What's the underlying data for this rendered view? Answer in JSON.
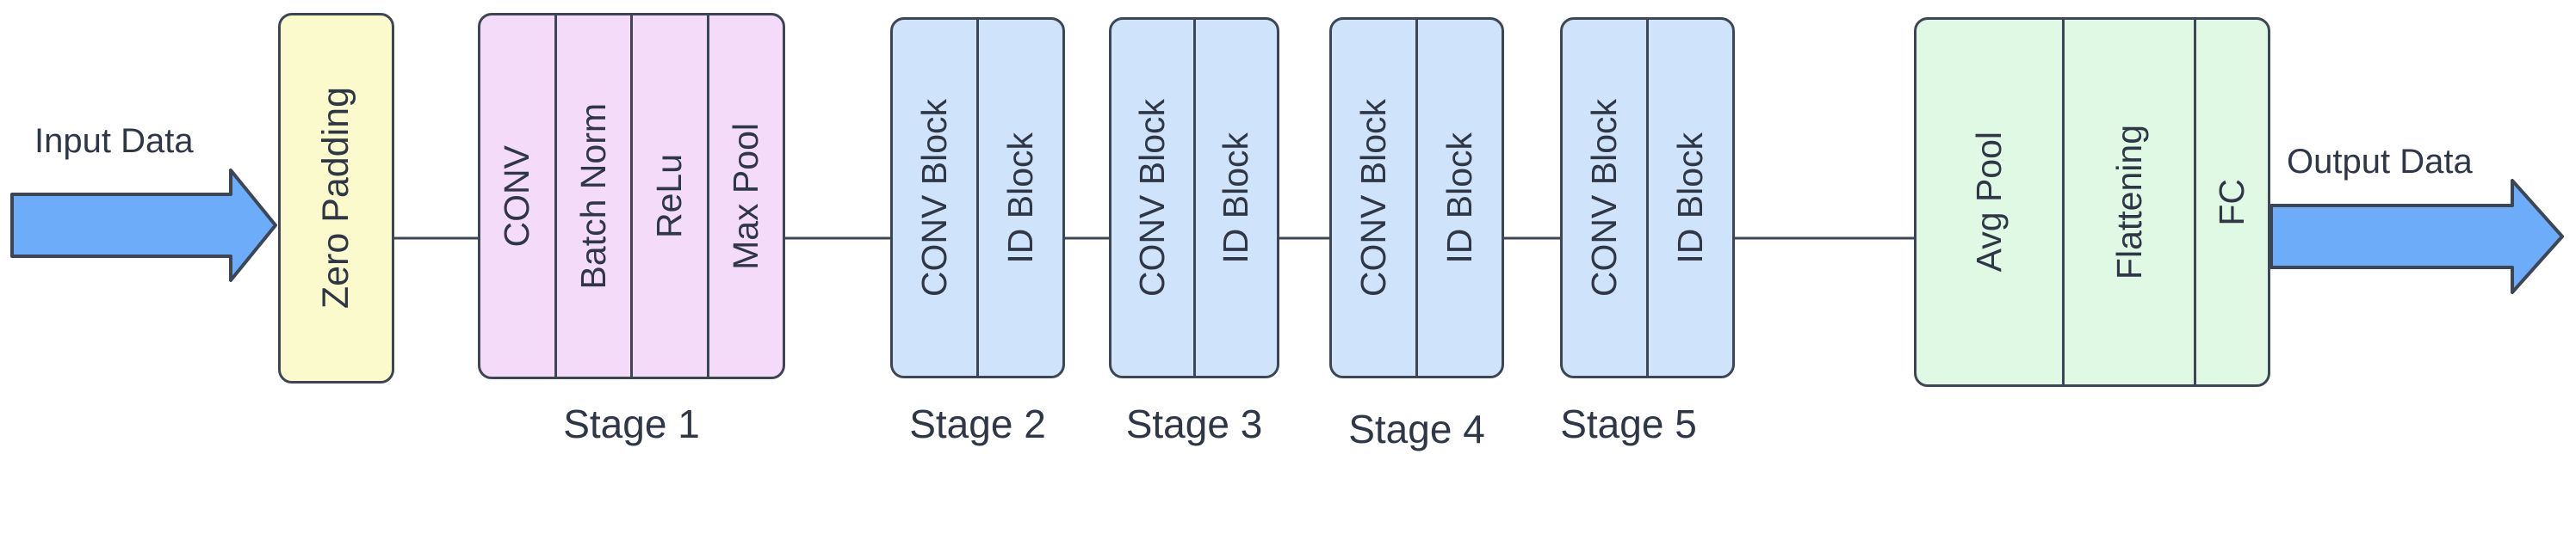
{
  "diagram": {
    "input_label": "Input Data",
    "output_label": "Output Data",
    "zero_padding_label": "Zero Padding",
    "stages": [
      {
        "caption": "Stage 1",
        "cells": [
          "CONV",
          "Batch Norm",
          "ReLu",
          "Max Pool"
        ]
      },
      {
        "caption": "Stage 2",
        "cells": [
          "CONV Block",
          "ID Block"
        ]
      },
      {
        "caption": "Stage 3",
        "cells": [
          "CONV Block",
          "ID Block"
        ]
      },
      {
        "caption": "Stage 4",
        "cells": [
          "CONV Block",
          "ID Block"
        ]
      },
      {
        "caption": "Stage 5",
        "cells": [
          "CONV Block",
          "ID Block"
        ]
      }
    ],
    "output_block": {
      "cells": [
        "Avg Pool",
        "Flattening",
        "FC"
      ]
    },
    "colors": {
      "stroke": "#3c4654",
      "text": "#2f3747",
      "arrow": "#6cacf8",
      "yellow": "#fafacc",
      "pink": "#f4dbfa",
      "blue": "#cfe3fb",
      "green": "#e0f9e4",
      "background": "#ffffff"
    }
  }
}
